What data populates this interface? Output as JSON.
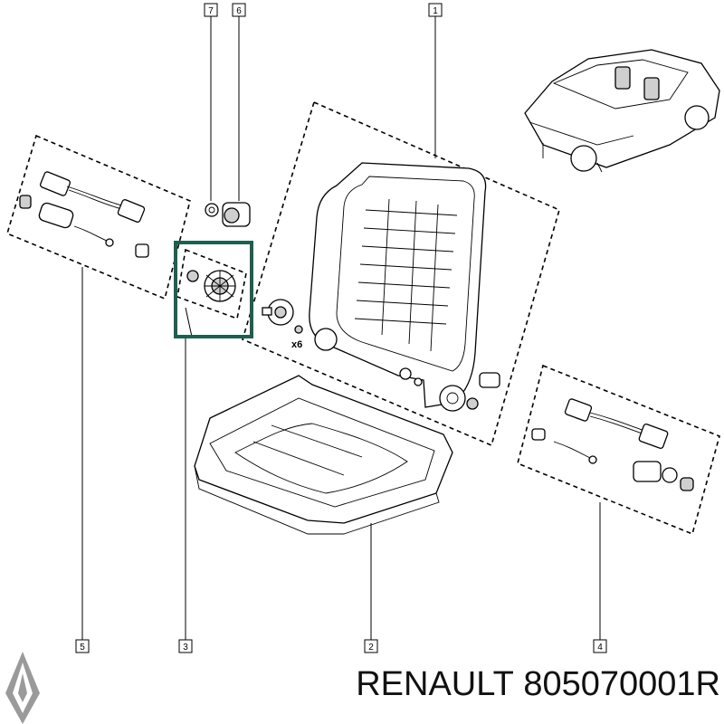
{
  "callouts": [
    "1",
    "2",
    "3",
    "4",
    "5",
    "6",
    "7"
  ],
  "quantity_label": "x6",
  "brand": "RENAULT",
  "part_number": "805070001R",
  "logo": "renault-diamond-logo",
  "colors": {
    "highlight": "#1f5f50",
    "line": "#000000",
    "background": "#ffffff"
  }
}
